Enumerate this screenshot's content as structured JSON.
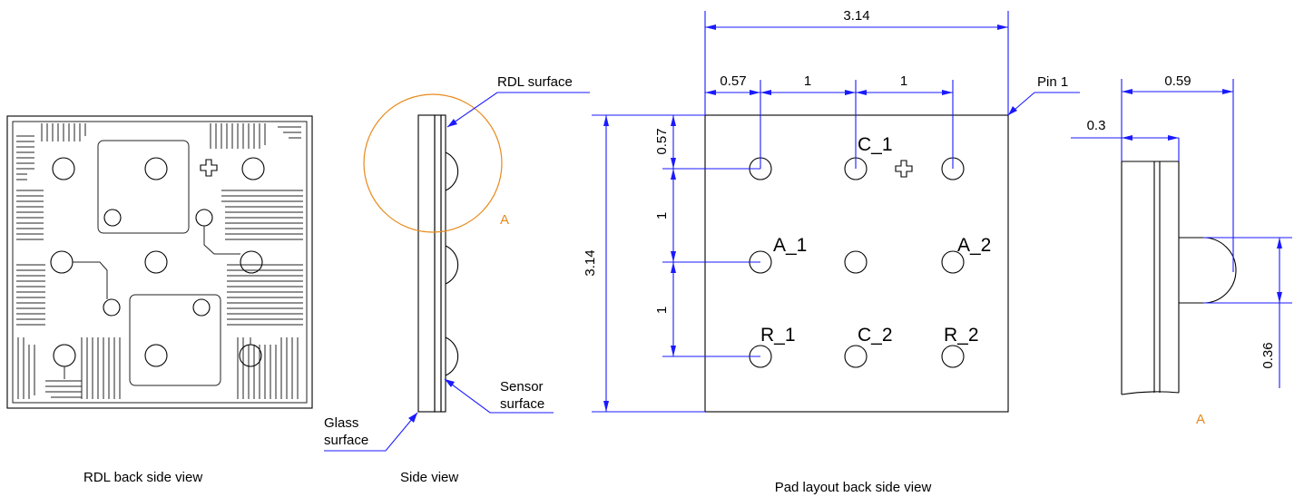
{
  "labels": {
    "rdl_surface": "RDL surface",
    "pin1": "Pin 1",
    "sensor_surface_1": "Sensor",
    "sensor_surface_2": "surface",
    "glass_surface_1": "Glass",
    "glass_surface_2": "surface",
    "detail_a_side": "A",
    "detail_a_view": "A"
  },
  "dimensions": {
    "width_total": "3.14",
    "height_total": "3.14",
    "offset_x": "0.57",
    "pitch_x1": "1",
    "pitch_x2": "1",
    "offset_y": "0.57",
    "pitch_y1": "1",
    "pitch_y2": "1",
    "detail_059": "0.59",
    "detail_03": "0.3",
    "detail_036": "0.36"
  },
  "pads": {
    "c1": "C_1",
    "a1": "A_1",
    "a2": "A_2",
    "r1": "R_1",
    "c2": "C_2",
    "r2": "R_2"
  },
  "captions": {
    "rdl_back": "RDL back side view",
    "side": "Side view",
    "pad_layout": "Pad layout  back side view"
  },
  "colors": {
    "dimension_lines": "#1a1aff",
    "detail_marker": "#e8891a",
    "outline": "#000000"
  }
}
